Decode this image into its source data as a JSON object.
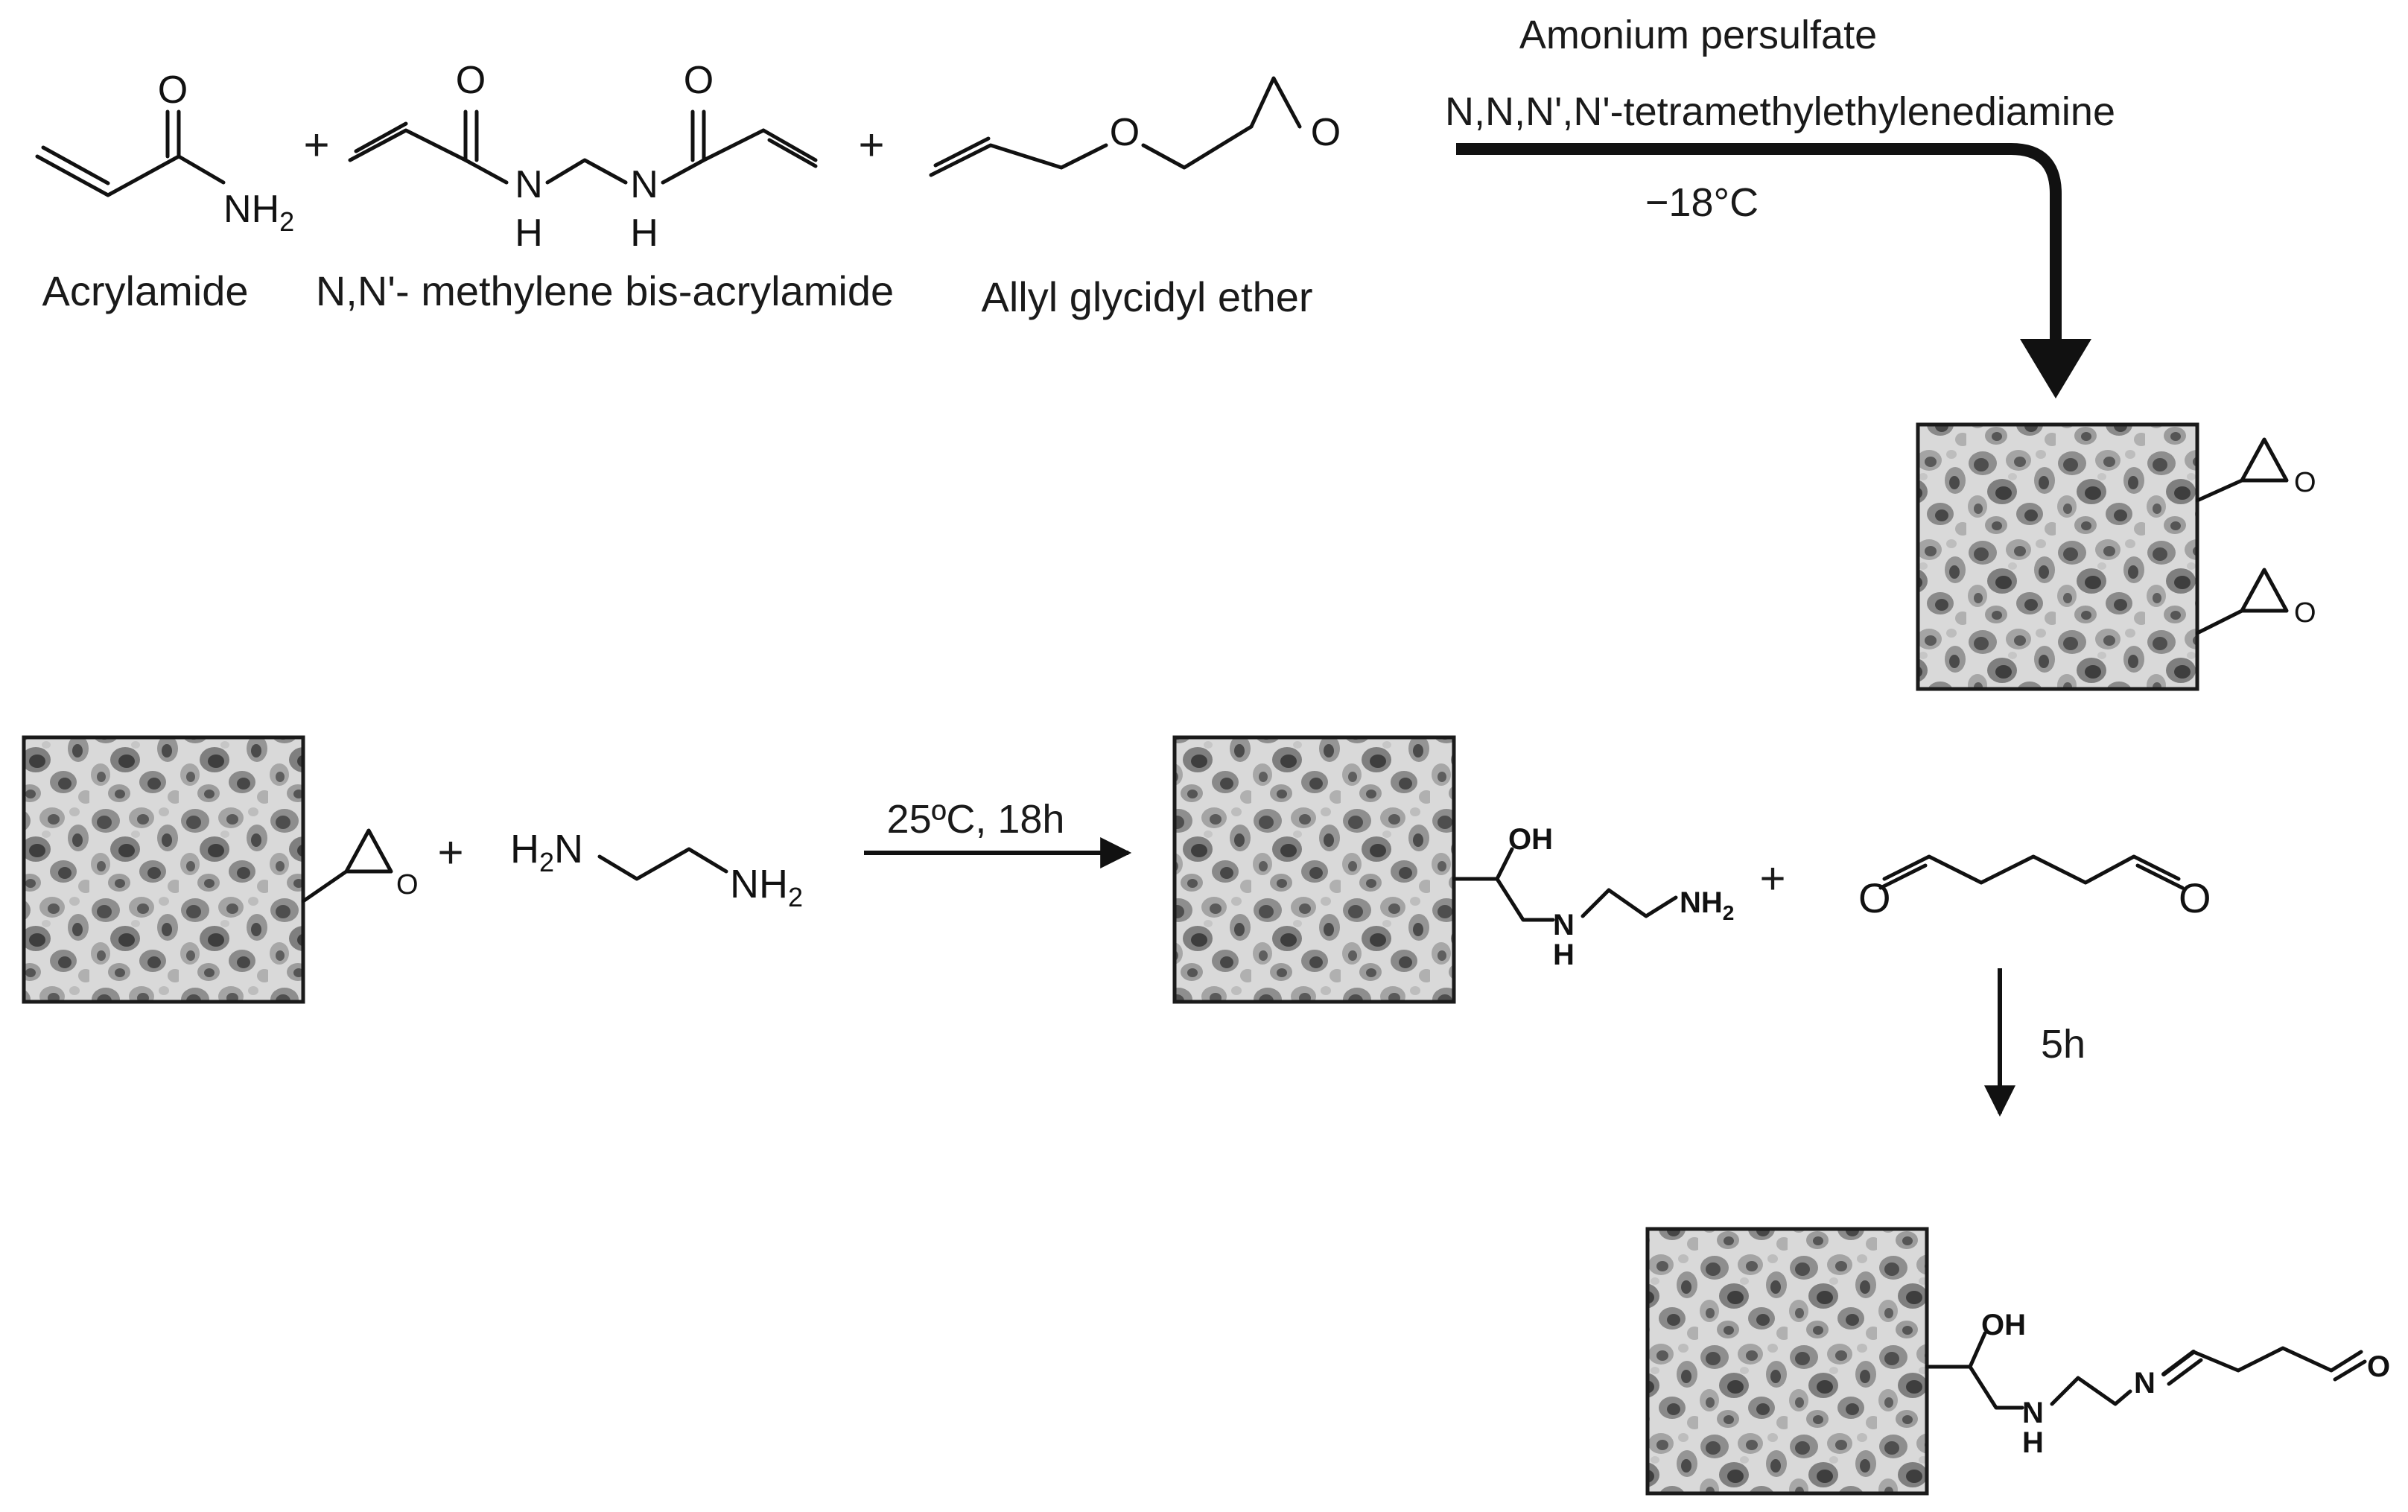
{
  "reagents": {
    "acrylamide": "Acrylamide",
    "mba": "N,N'- methylene bis-acrylamide",
    "age": "Allyl glycidyl ether",
    "plus": "+"
  },
  "conditions": {
    "initiator": "Amonium persulfate",
    "catalyst": "N,N,N',N'-tetramethylethylenediamine",
    "temp": "−18°C",
    "step2": "25ºC, 18h",
    "step3": "5h"
  },
  "atoms": {
    "O": "O",
    "N": "N",
    "H": "H",
    "NH": "NH",
    "OH": "OH",
    "H2N": "H",
    "two": "2"
  },
  "colors": {
    "gel_bg": "#d6d6d6",
    "gel_pore_light": "#9a9a9a",
    "gel_pore_dark": "#505050",
    "gel_frame": "#1a1a1a"
  }
}
